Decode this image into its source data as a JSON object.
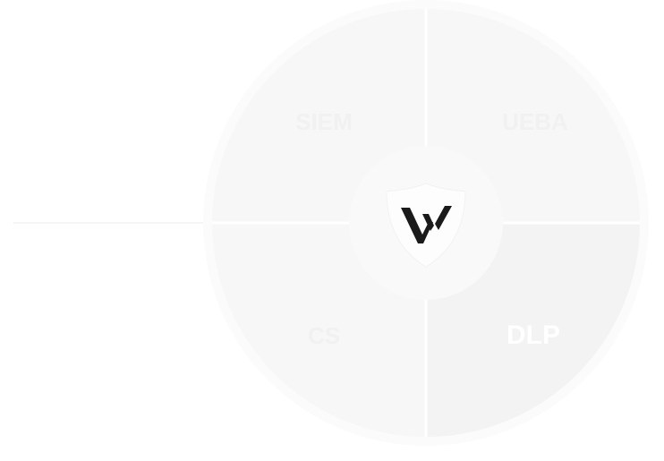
{
  "diagram": {
    "segments": [
      {
        "id": "top-left",
        "label": "SIEM",
        "fill": "#f7f7f7",
        "text_color": "#f3f3f3"
      },
      {
        "id": "top-right",
        "label": "UEBA",
        "fill": "#f7f7f7",
        "text_color": "#f3f3f3"
      },
      {
        "id": "bottom-left",
        "label": "CS",
        "fill": "#f7f7f7",
        "text_color": "#f3f3f3"
      },
      {
        "id": "bottom-right",
        "label": "DLP",
        "fill": "#f4f4f4",
        "text_color": "#ffffff",
        "active": true
      }
    ],
    "center": {
      "logo": "w-shield-logo",
      "logo_color": "#1a1a1a"
    },
    "colors": {
      "background": "#ffffff",
      "ring": "#fafafa",
      "divider": "#ffffff",
      "connector": "#f5f5f5"
    }
  }
}
